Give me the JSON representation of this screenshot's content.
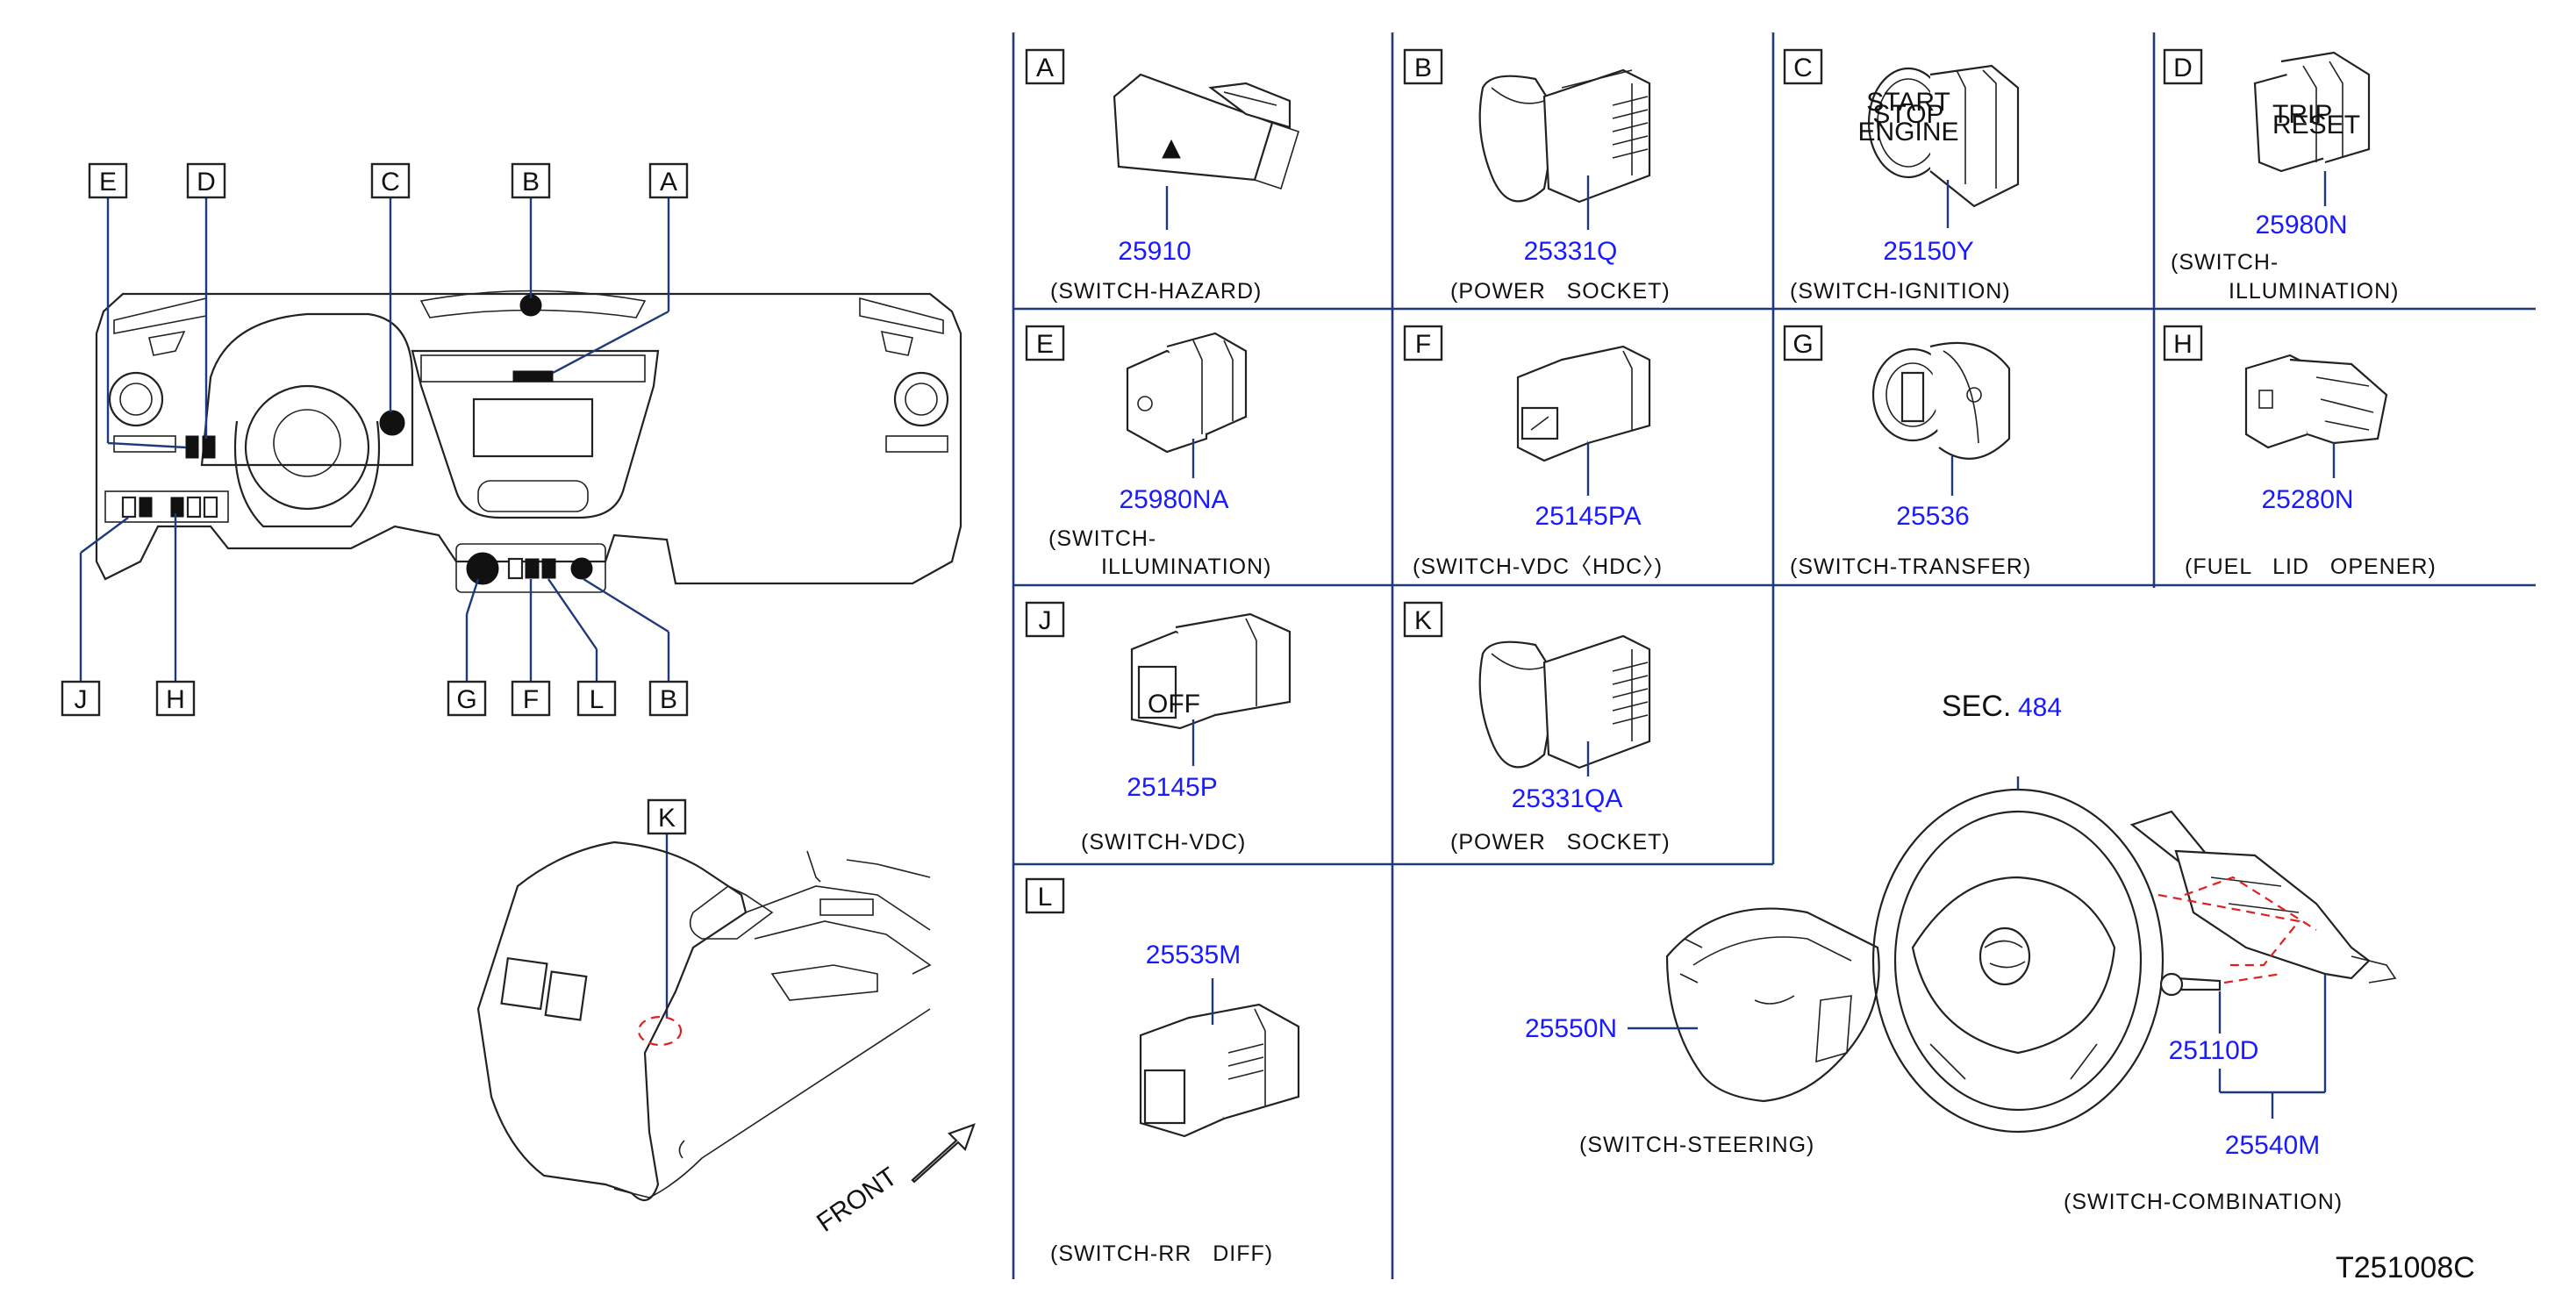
{
  "callouts": [
    "A",
    "B",
    "C",
    "D",
    "E",
    "F",
    "G",
    "H",
    "J",
    "K",
    "L"
  ],
  "dash_callouts": {
    "top": [
      "E",
      "D",
      "C",
      "B",
      "A"
    ],
    "bottom": [
      "J",
      "H",
      "G",
      "F",
      "L",
      "B"
    ]
  },
  "console_callout": "K",
  "front_label": "FRONT",
  "panels": [
    {
      "letter": "A",
      "part": "25910",
      "desc": [
        "(SWITCH-HAZARD)"
      ]
    },
    {
      "letter": "B",
      "part": "25331Q",
      "desc": [
        "(POWER   SOCKET)"
      ]
    },
    {
      "letter": "C",
      "part": "25150Y",
      "desc": [
        "(SWITCH-IGNITION)"
      ]
    },
    {
      "letter": "D",
      "part": "25980N",
      "desc": [
        "(SWITCH-",
        "ILLUMINATION)"
      ]
    },
    {
      "letter": "E",
      "part": "25980NA",
      "desc": [
        "(SWITCH-",
        "ILLUMINATION)"
      ]
    },
    {
      "letter": "F",
      "part": "25145PA",
      "desc": [
        "(SWITCH-VDC〈HDC〉)"
      ]
    },
    {
      "letter": "G",
      "part": "25536",
      "desc": [
        "(SWITCH-TRANSFER)"
      ]
    },
    {
      "letter": "H",
      "part": "25280N",
      "desc": [
        "(FUEL   LID   OPENER)"
      ]
    },
    {
      "letter": "J",
      "part": "25145P",
      "desc": [
        "(SWITCH-VDC)"
      ]
    },
    {
      "letter": "K",
      "part": "25331QA",
      "desc": [
        "(POWER   SOCKET)"
      ]
    },
    {
      "letter": "L",
      "part": "25535M",
      "desc": [
        "(SWITCH-RR   DIFF)"
      ]
    }
  ],
  "steering": {
    "sec_label": "SEC.",
    "sec_number": "484",
    "switch_steering_part": "25550N",
    "switch_steering_desc": "(SWITCH-STEERING)",
    "screw_part": "25110D",
    "combination_part": "25540M",
    "combination_desc": "(SWITCH-COMBINATION)"
  },
  "diagram_code": "T251008C",
  "colors": {
    "part_number": "#1a1aff",
    "grid": "#1e3a7a",
    "marker": "#e02020",
    "sec_number": "#5b3fd6"
  }
}
